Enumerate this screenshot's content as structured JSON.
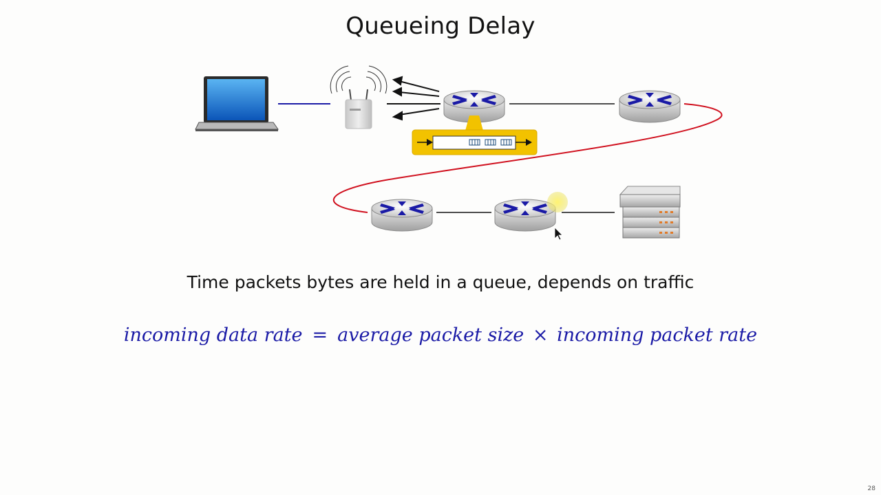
{
  "slide": {
    "title": "Queueing Delay",
    "caption": "Time packets bytes are held in a queue, depends on traffic",
    "formula": {
      "lhs": "incoming data rate",
      "equals": "=",
      "term1": "average packet size",
      "times": "×",
      "term2": "incoming packet rate"
    },
    "page_number": "28"
  },
  "colors": {
    "formula_text": "#1a1aa6",
    "access_link": "#1a1aa6",
    "route_path": "#d0101e",
    "queue_callout": "#f2c200",
    "router_arrows": "#1a1aa6"
  },
  "diagram_nodes": [
    "laptop",
    "wireless-access-point",
    "router-1",
    "router-2",
    "router-3",
    "router-4",
    "server-stack"
  ]
}
